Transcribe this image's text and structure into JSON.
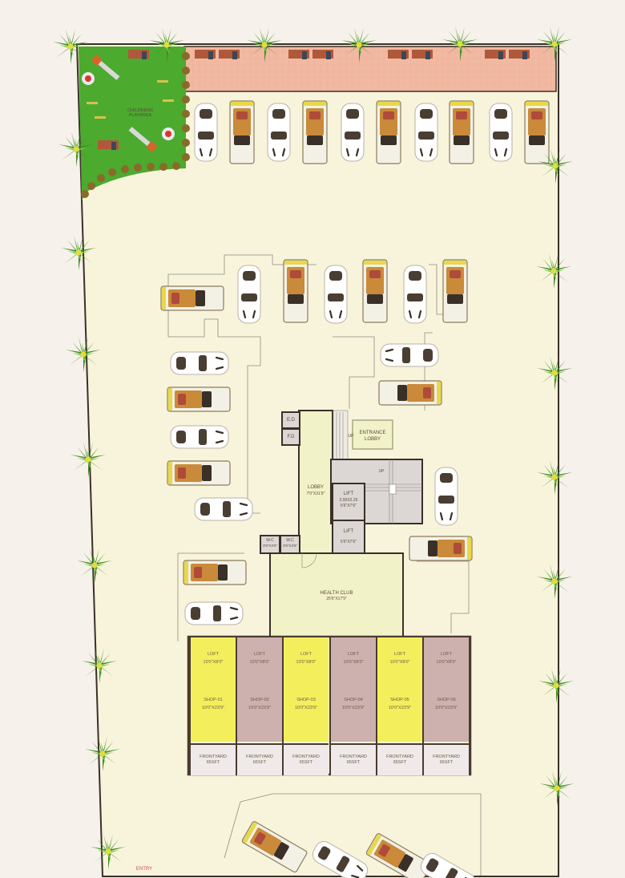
{
  "plan": {
    "playarea_label": "CHILDRENS PLAYAREA",
    "entry_label": "ENTRY",
    "colors": {
      "background": "#f6f1ea",
      "site_fill": "#f8f4dc",
      "lawn": "#4caa2e",
      "paving": "#f2b9a2",
      "shop_yellow": "#f3ef5c",
      "shop_mauve": "#cdb1ae",
      "wall": "#4a3b30",
      "lobby": "#f2f2c8",
      "core": "#dcd7d4"
    }
  },
  "rooms": {
    "ed": "E.D",
    "fd": "F.D",
    "lobby": {
      "name": "LOBBY",
      "size": "7'0\"X31'9\""
    },
    "entrance_lobby": {
      "line1": "ENTRANCE",
      "line2": "LOBBY"
    },
    "up1": "UP",
    "up2": "UP",
    "lift1": {
      "name": "LIFT",
      "size1": "2.00X2.25",
      "size2": "6'6\"X7'6\""
    },
    "lift2": {
      "name": "LIFT",
      "size": "6'6\"X7'6\""
    },
    "wc1": {
      "name": "W.C",
      "size": "3'9\"X3'0\""
    },
    "wc2": {
      "name": "W.C",
      "size": "3'9\"X3'6\""
    },
    "health_club": {
      "name": "HEALTH CLUB",
      "size": "25'6\"X17'9\""
    }
  },
  "shops": [
    {
      "loft": "LOFT",
      "loft_size": "10'0\"X8'0\"",
      "name": "SHOP-01",
      "size": "10'0\"X23'9\"",
      "front": "FRONTYARD",
      "front_area": "65SFT",
      "color": "yellow"
    },
    {
      "loft": "LOFT",
      "loft_size": "10'0\"X8'0\"",
      "name": "SHOP-02",
      "size": "10'0\"X23'9\"",
      "front": "FRONTYARD",
      "front_area": "65SFT",
      "color": "mauve"
    },
    {
      "loft": "LOFT",
      "loft_size": "10'0\"X8'0\"",
      "name": "SHOP-03",
      "size": "10'0\"X23'9\"",
      "front": "FRONTYARD",
      "front_area": "65SFT",
      "color": "yellow"
    },
    {
      "loft": "LOFT",
      "loft_size": "10'0\"X8'0\"",
      "name": "SHOP-04",
      "size": "10'0\"X23'9\"",
      "front": "FRONTYARD",
      "front_area": "65SFT",
      "color": "mauve"
    },
    {
      "loft": "LOFT",
      "loft_size": "10'0\"X8'0\"",
      "name": "SHOP-05",
      "size": "10'0\"X23'9\"",
      "front": "FRONTYARD",
      "front_area": "65SFT",
      "color": "yellow"
    },
    {
      "loft": "LOFT",
      "loft_size": "10'0\"X8'0\"",
      "name": "SHOP-06",
      "size": "10'0\"X23'9\"",
      "front": "FRONTYARD",
      "front_area": "65SFT",
      "color": "mauve"
    }
  ],
  "icons": {
    "palm_tree": "palm-tree-icon",
    "car_sedan": "car-sedan-icon",
    "car_convertible": "car-convertible-icon",
    "bench": "bench-icon",
    "slide": "slide-icon",
    "seesaw": "seesaw-icon"
  }
}
